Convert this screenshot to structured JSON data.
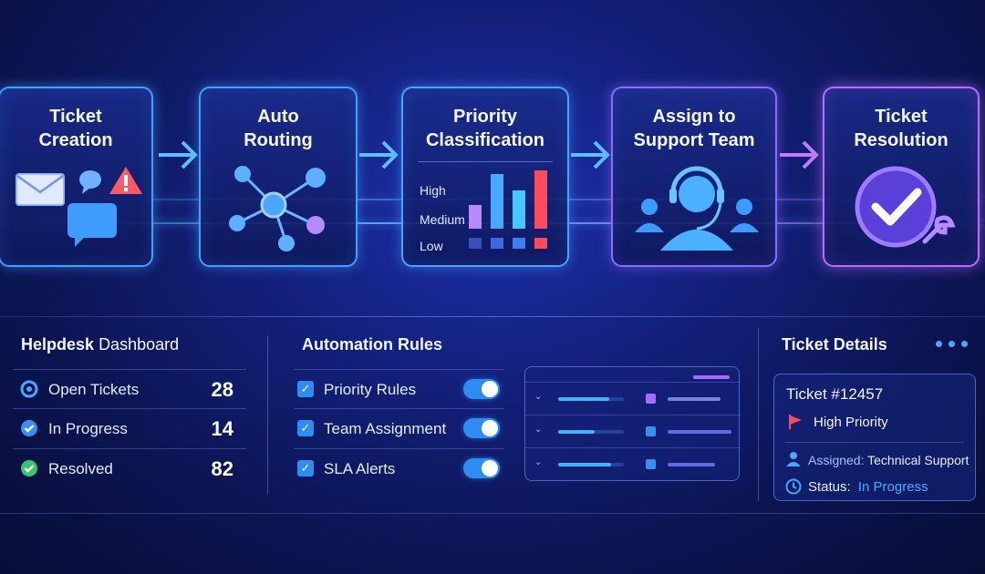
{
  "flow": {
    "steps": [
      {
        "title": "Ticket\nCreation"
      },
      {
        "title": "Auto\nRouting"
      },
      {
        "title": "Priority\nClassification",
        "levels": [
          "High",
          "Medium",
          "Low"
        ]
      },
      {
        "title": "Assign to\nSupport Team"
      },
      {
        "title": "Ticket\nResolution"
      }
    ]
  },
  "dashboard": {
    "title_bold": "Helpdesk",
    "title_rest": "Dashboard",
    "stats": [
      {
        "label": "Open Tickets",
        "value": "28",
        "icon": "target-icon"
      },
      {
        "label": "In Progress",
        "value": "14",
        "icon": "check-circle-icon"
      },
      {
        "label": "Resolved",
        "value": "82",
        "icon": "check-circle-icon"
      }
    ]
  },
  "automation": {
    "title": "Automation Rules",
    "rules": [
      {
        "label": "Priority Rules",
        "enabled": true
      },
      {
        "label": "Team Assignment",
        "enabled": true
      },
      {
        "label": "SLA Alerts",
        "enabled": true
      }
    ]
  },
  "details": {
    "title": "Ticket Details",
    "ticket_id": "Ticket #12457",
    "priority": "High Priority",
    "assigned_label": "Assigned:",
    "assigned_value": "Technical Support",
    "status_label": "Status:",
    "status_value": "In Progress"
  },
  "colors": {
    "accent_blue": "#2f8cf0",
    "accent_purple": "#a55cff",
    "priority_red": "#ff4a5c",
    "resolved_green": "#35c86a"
  }
}
